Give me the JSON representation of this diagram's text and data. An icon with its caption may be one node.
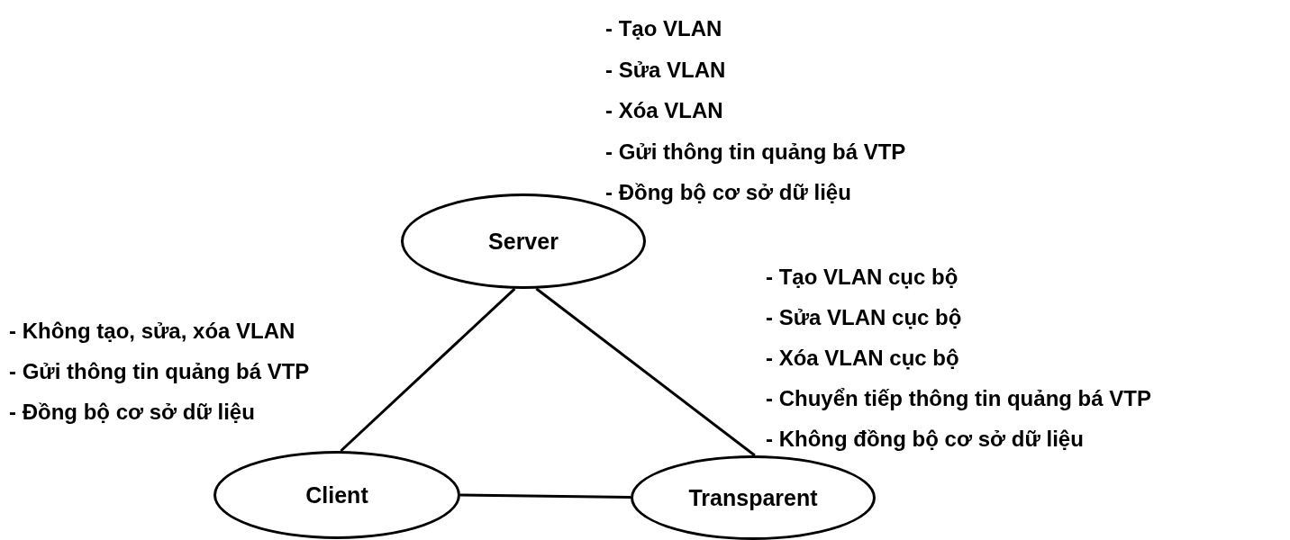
{
  "diagram": {
    "nodes": [
      {
        "text": [
          "Server"
        ],
        "beside": [
          "- Tạo VLAN",
          "- Sửa VLAN",
          "- Xóa VLAN",
          "- Gửi thông tin quảng bá VTP",
          "- Đồng bộ cơ sở dữ liệu"
        ]
      },
      {
        "text": [
          "Client"
        ],
        "beside": [
          "- Không tạo, sửa, xóa VLAN",
          "- Gửi thông tin quảng bá VTP",
          "- Đồng bộ cơ sở dữ liệu"
        ]
      },
      {
        "text": [
          "Transparent"
        ],
        "beside": [
          "- Tạo VLAN cục bộ",
          "- Sửa VLAN cục bộ",
          "- Xóa VLAN cục bộ",
          "- Chuyển tiếp thông tin quảng bá VTP",
          "- Không đồng bộ cơ sở dữ liệu"
        ]
      }
    ],
    "edges": [
      {
        "from": 0,
        "to": 1,
        "arrow": "none"
      },
      {
        "from": 0,
        "to": 2,
        "arrow": "none"
      },
      {
        "from": 1,
        "to": 2,
        "arrow": "none"
      }
    ]
  }
}
